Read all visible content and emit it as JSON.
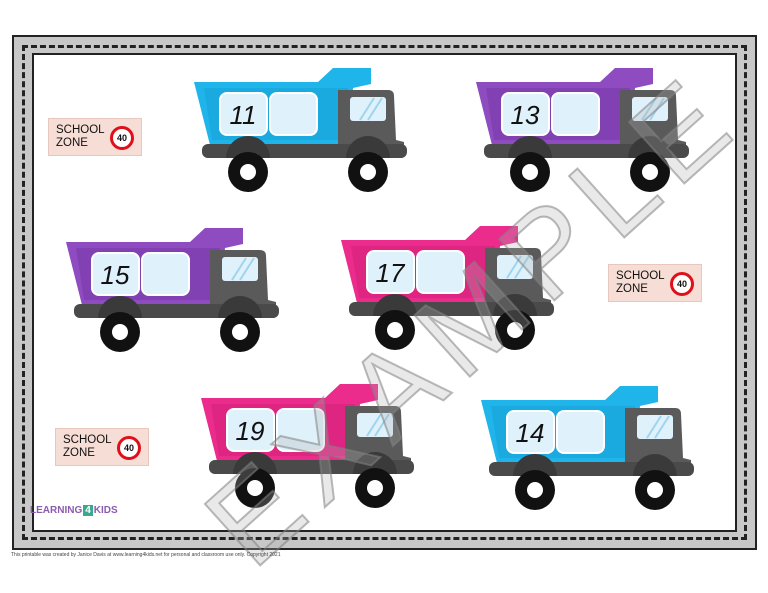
{
  "trucks": [
    {
      "number": "11",
      "color": "#1fb4ea",
      "dark": "#1499cc"
    },
    {
      "number": "13",
      "color": "#8e4cc0",
      "dark": "#6c2f9c"
    },
    {
      "number": "15",
      "color": "#8e4cc0",
      "dark": "#6c2f9c"
    },
    {
      "number": "17",
      "color": "#ec2c8c",
      "dark": "#c81a70"
    },
    {
      "number": "19",
      "color": "#ec2c8c",
      "dark": "#c81a70"
    },
    {
      "number": "14",
      "color": "#1fb4ea",
      "dark": "#1499cc"
    }
  ],
  "signs": [
    {
      "text": "SCHOOL\nZONE",
      "limit": "40"
    },
    {
      "text": "SCHOOL\nZONE",
      "limit": "40"
    },
    {
      "text": "SCHOOL\nZONE",
      "limit": "40"
    }
  ],
  "watermark": "EXAMPLE",
  "logo": {
    "left": "LEARNING",
    "mid": "4",
    "right": "KIDS"
  },
  "footer": "This printable was created by Janice Davis at www.learning4kids.net for personal and classroom use only.  Copyright 2021"
}
